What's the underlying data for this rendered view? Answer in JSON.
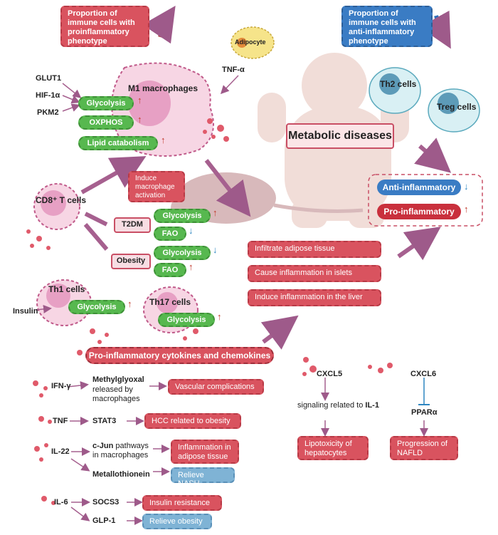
{
  "header": {
    "proinflam_box": "Proportion of immune cells with proinflammatory phenotype",
    "antiinflam_box": "Proportion of immune cells with anti-inflammatory phenotype"
  },
  "adipocyte": {
    "label": "Adipocyte",
    "tnf": "TNF-α"
  },
  "m1": {
    "title": "M1 macrophages",
    "glut1": "GLUT1",
    "hif": "HIF-1α",
    "pkm2": "PKM2",
    "pills": [
      "Glycolysis",
      "OXPHOS",
      "Lipid catabolism"
    ]
  },
  "cd8": {
    "title": "CD8⁺ T cells",
    "induce": "Induce macrophage activation",
    "t2dm": "T2DM",
    "obesity": "Obesity",
    "t2dm_pills": [
      "Glycolysis",
      "FAO"
    ],
    "obesity_pills": [
      "Glycolysis",
      "FAO"
    ]
  },
  "th1": {
    "title": "Th1 cells",
    "pill": "Glycolysis",
    "insulin": "Insulin"
  },
  "th17": {
    "title": "Th17 cells",
    "pill": "Glycolysis"
  },
  "center": {
    "metabolic": "Metabolic diseases",
    "anti": "Anti-inflammatory",
    "pro": "Pro-inflammatory",
    "effects": [
      "Infiltrate adipose tissue",
      "Cause inflammation in islets",
      "Induce inflammation in the liver"
    ]
  },
  "right_cells": {
    "th2": "Th2 cells",
    "treg": "Treg cells"
  },
  "cytokines": {
    "banner": "Pro-inflammatory cytokines and chemokines",
    "ifng": "IFN-γ",
    "methyl": "Methylglyoxal",
    "methyl_sub": "released by macrophages",
    "vascular": "Vascular complications",
    "tnf": "TNF",
    "stat3": "STAT3",
    "hcc": "HCC related to obesity",
    "il22": "IL-22",
    "cjun": "c-Jun",
    "cjun_sub": "pathways in macrophages",
    "inflam_adipose": "Inflammation in adipose tissue",
    "metallo": "Metallothionein",
    "nash": "Relieve NASH",
    "il6": "IL-6",
    "socs3": "SOCS3",
    "insulin_res": "Insulin resistance",
    "glp1": "GLP-1",
    "relieve_obesity": "Relieve obesity",
    "cxcl5": "CXCL5",
    "signaling": "signaling related to",
    "il1": "IL-1",
    "lipotox": "Lipotoxicity of hepatocytes",
    "cxcl6": "CXCL6",
    "ppar": "PPARα",
    "nafld": "Progression of NAFLD"
  },
  "colors": {
    "red": "#d9535f",
    "green": "#57b84f",
    "blue": "#3a7cc4",
    "pink": "#f4c8d8"
  }
}
